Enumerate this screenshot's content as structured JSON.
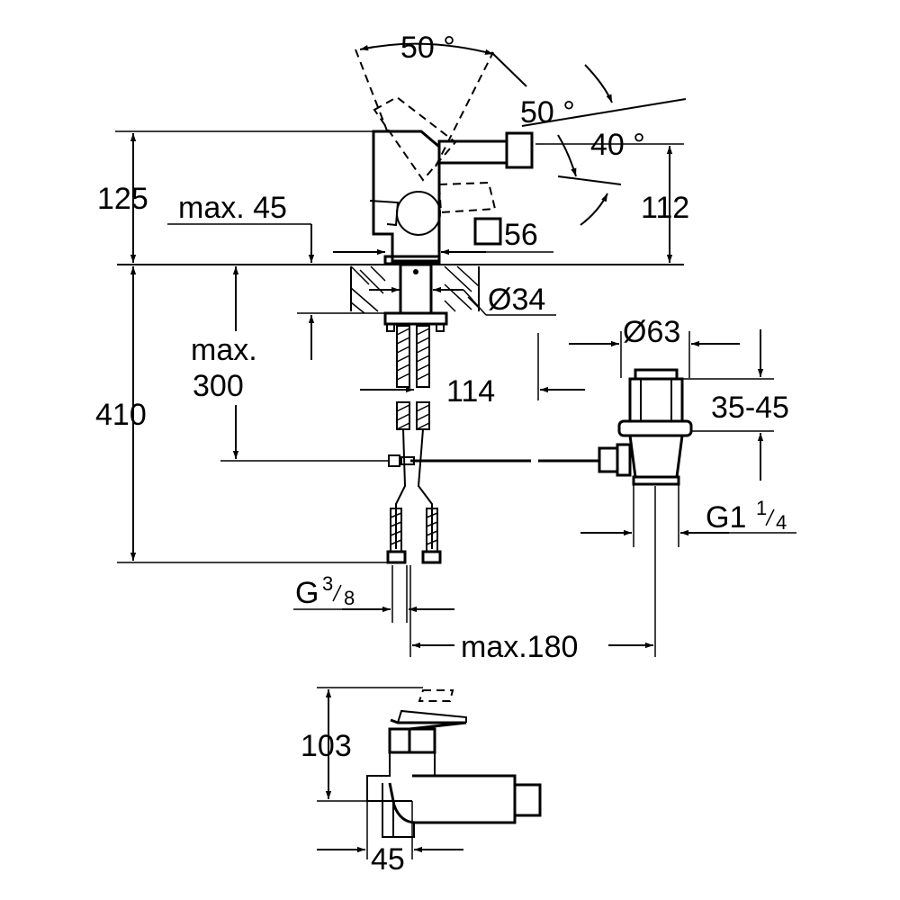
{
  "dimensions": {
    "top_angle": "50 °",
    "right_upper_angle": "50 °",
    "right_lower_angle": "40 °",
    "height_125": "125",
    "max_45": "max. 45",
    "height_112": "112",
    "square_56": "56",
    "diameter_34": "Ø34",
    "max_label": "max.",
    "depth_300": "300",
    "height_410": "410",
    "width_114": "114",
    "diameter_63": "Ø63",
    "range_35_45": "35-45",
    "thread_g1": "G1",
    "thread_g1_num": "1",
    "thread_g1_den": "4",
    "thread_g": "G",
    "thread_g_num": "3",
    "thread_g_den": "8",
    "max_180": "max.180",
    "height_103": "103",
    "width_45": "45"
  }
}
